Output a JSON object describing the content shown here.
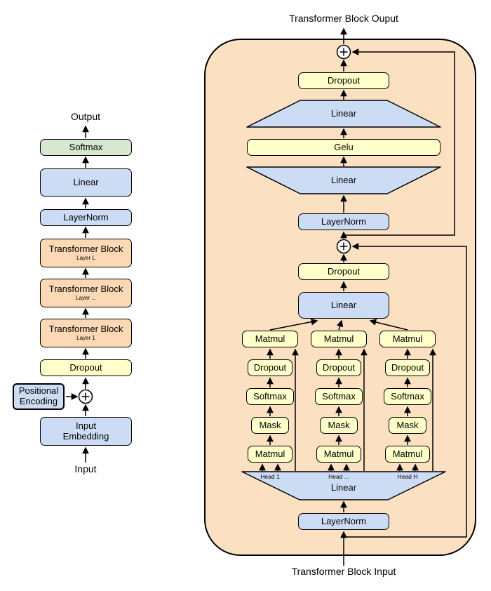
{
  "colors": {
    "box_blue": "#ccdcf5",
    "box_yellow": "#ffffc9",
    "box_green": "#d7e8d0",
    "box_orange": "#fbd9b5",
    "block_background": "#fce0c2",
    "line": "#000000"
  },
  "left_diagram": {
    "output_label": "Output",
    "input_label": "Input",
    "softmax": "Softmax",
    "linear": "Linear",
    "layernorm": "LayerNorm",
    "blocks": [
      {
        "title": "Transformer Block",
        "subtitle": "Layer L"
      },
      {
        "title": "Transformer Block",
        "subtitle": "Layer ..."
      },
      {
        "title": "Transformer Block",
        "subtitle": "Layer 1"
      }
    ],
    "dropout": "Dropout",
    "positional_encoding": "Positional Encoding",
    "input_embedding": "Input Embedding"
  },
  "transformer_block": {
    "output_label": "Transformer Block Ouput",
    "input_label": "Transformer Block Input",
    "mlp": {
      "dropout": "Dropout",
      "linear_out": "Linear",
      "gelu": "Gelu",
      "linear_in": "Linear",
      "layernorm": "LayerNorm"
    },
    "attention": {
      "dropout": "Dropout",
      "linear_proj": "Linear",
      "heads": [
        {
          "label": "Head 1",
          "matmul_out": "Matmul",
          "dropout": "Dropout",
          "softmax": "Softmax",
          "mask": "Mask",
          "matmul_qk": "Matmul"
        },
        {
          "label": "Head ...",
          "matmul_out": "Matmul",
          "dropout": "Dropout",
          "softmax": "Softmax",
          "mask": "Mask",
          "matmul_qk": "Matmul"
        },
        {
          "label": "Head H",
          "matmul_out": "Matmul",
          "dropout": "Dropout",
          "softmax": "Softmax",
          "mask": "Mask",
          "matmul_qk": "Matmul"
        }
      ],
      "linear_qkv": "Linear",
      "layernorm": "LayerNorm"
    }
  }
}
